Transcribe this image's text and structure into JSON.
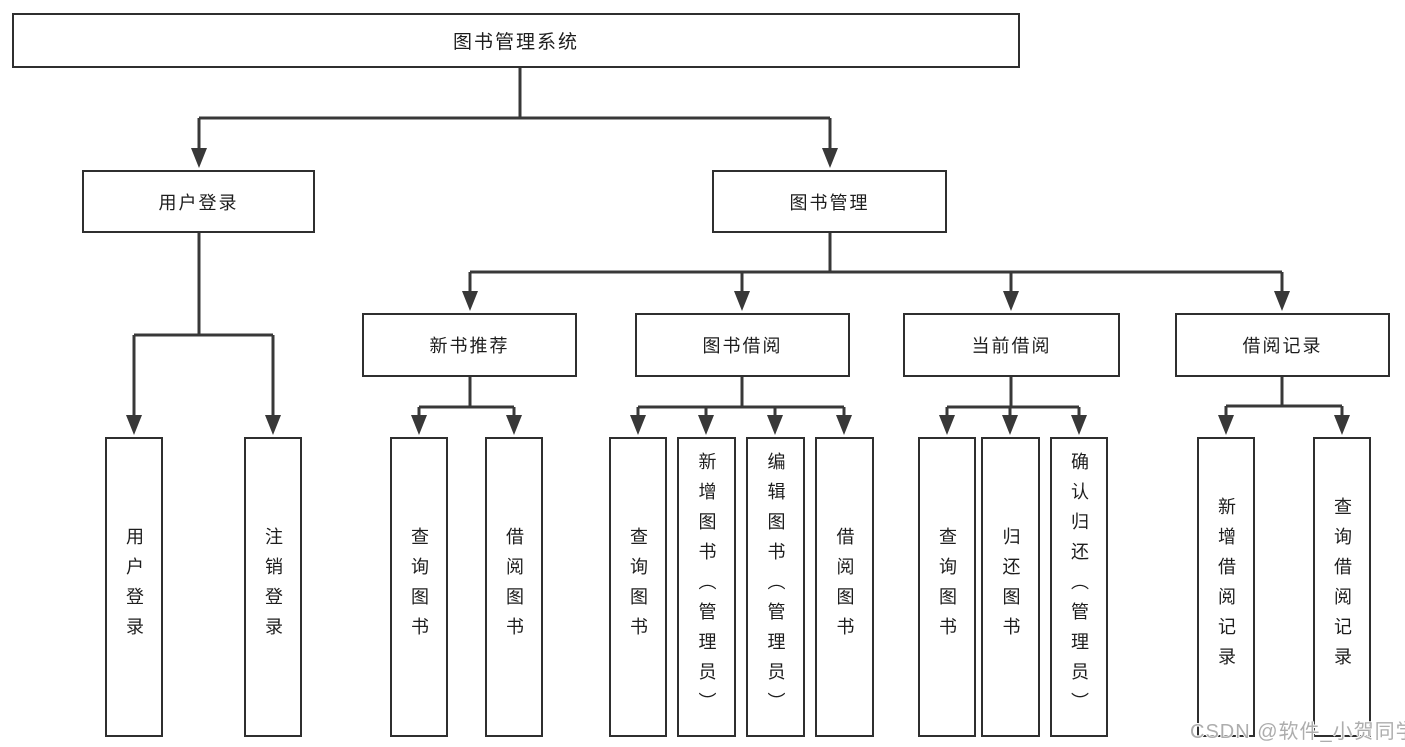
{
  "tree": {
    "root": {
      "label": "图书管理系统"
    },
    "children": [
      {
        "label": "用户登录",
        "children": [
          {
            "label": "用户登录"
          },
          {
            "label": "注销登录"
          }
        ]
      },
      {
        "label": "图书管理",
        "children": [
          {
            "label": "新书推荐",
            "children": [
              {
                "label": "查询图书"
              },
              {
                "label": "借阅图书"
              }
            ]
          },
          {
            "label": "图书借阅",
            "children": [
              {
                "label": "查询图书"
              },
              {
                "label": "新增图书（管理员）"
              },
              {
                "label": "编辑图书（管理员）"
              },
              {
                "label": "借阅图书"
              }
            ]
          },
          {
            "label": "当前借阅",
            "children": [
              {
                "label": "查询图书"
              },
              {
                "label": "归还图书"
              },
              {
                "label": "确认归还（管理员）"
              }
            ]
          },
          {
            "label": "借阅记录",
            "children": [
              {
                "label": "新增借阅记录"
              },
              {
                "label": "查询借阅记录"
              }
            ]
          }
        ]
      }
    ]
  },
  "watermark": {
    "text": "CSDN @软件_小贺同学"
  },
  "colors": {
    "line": "#383838",
    "box_border": "#2f2f2f",
    "text": "#1d1d1d",
    "watermark": "#adadad",
    "background": "#ffffff"
  }
}
